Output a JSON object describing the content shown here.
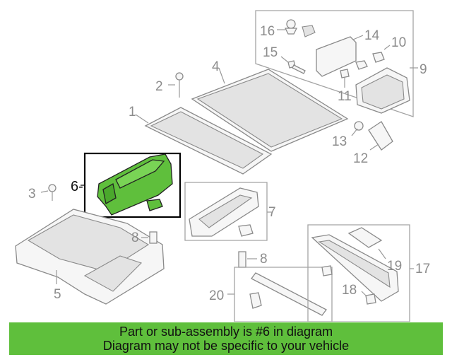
{
  "colors": {
    "highlight": "#5fbf3c",
    "banner": "#5fbf3c",
    "banner_text": "#111111",
    "callout": "#8c8c8c"
  },
  "callouts": {
    "p1": "1",
    "p2": "2",
    "p3": "3",
    "p4": "4",
    "p5": "5",
    "p6": "6-",
    "p7": "7",
    "p8a": "8",
    "p8b": "8",
    "p9": "9",
    "p10": "10",
    "p11": "11",
    "p12": "12",
    "p13": "13",
    "p14": "14",
    "p15": "15",
    "p16": "16",
    "p17": "17",
    "p18": "18",
    "p19": "19",
    "p20": "20"
  },
  "banner": {
    "line1": "Part or sub-assembly is #6 in diagram",
    "line2": "Diagram may not be specific to your vehicle"
  }
}
